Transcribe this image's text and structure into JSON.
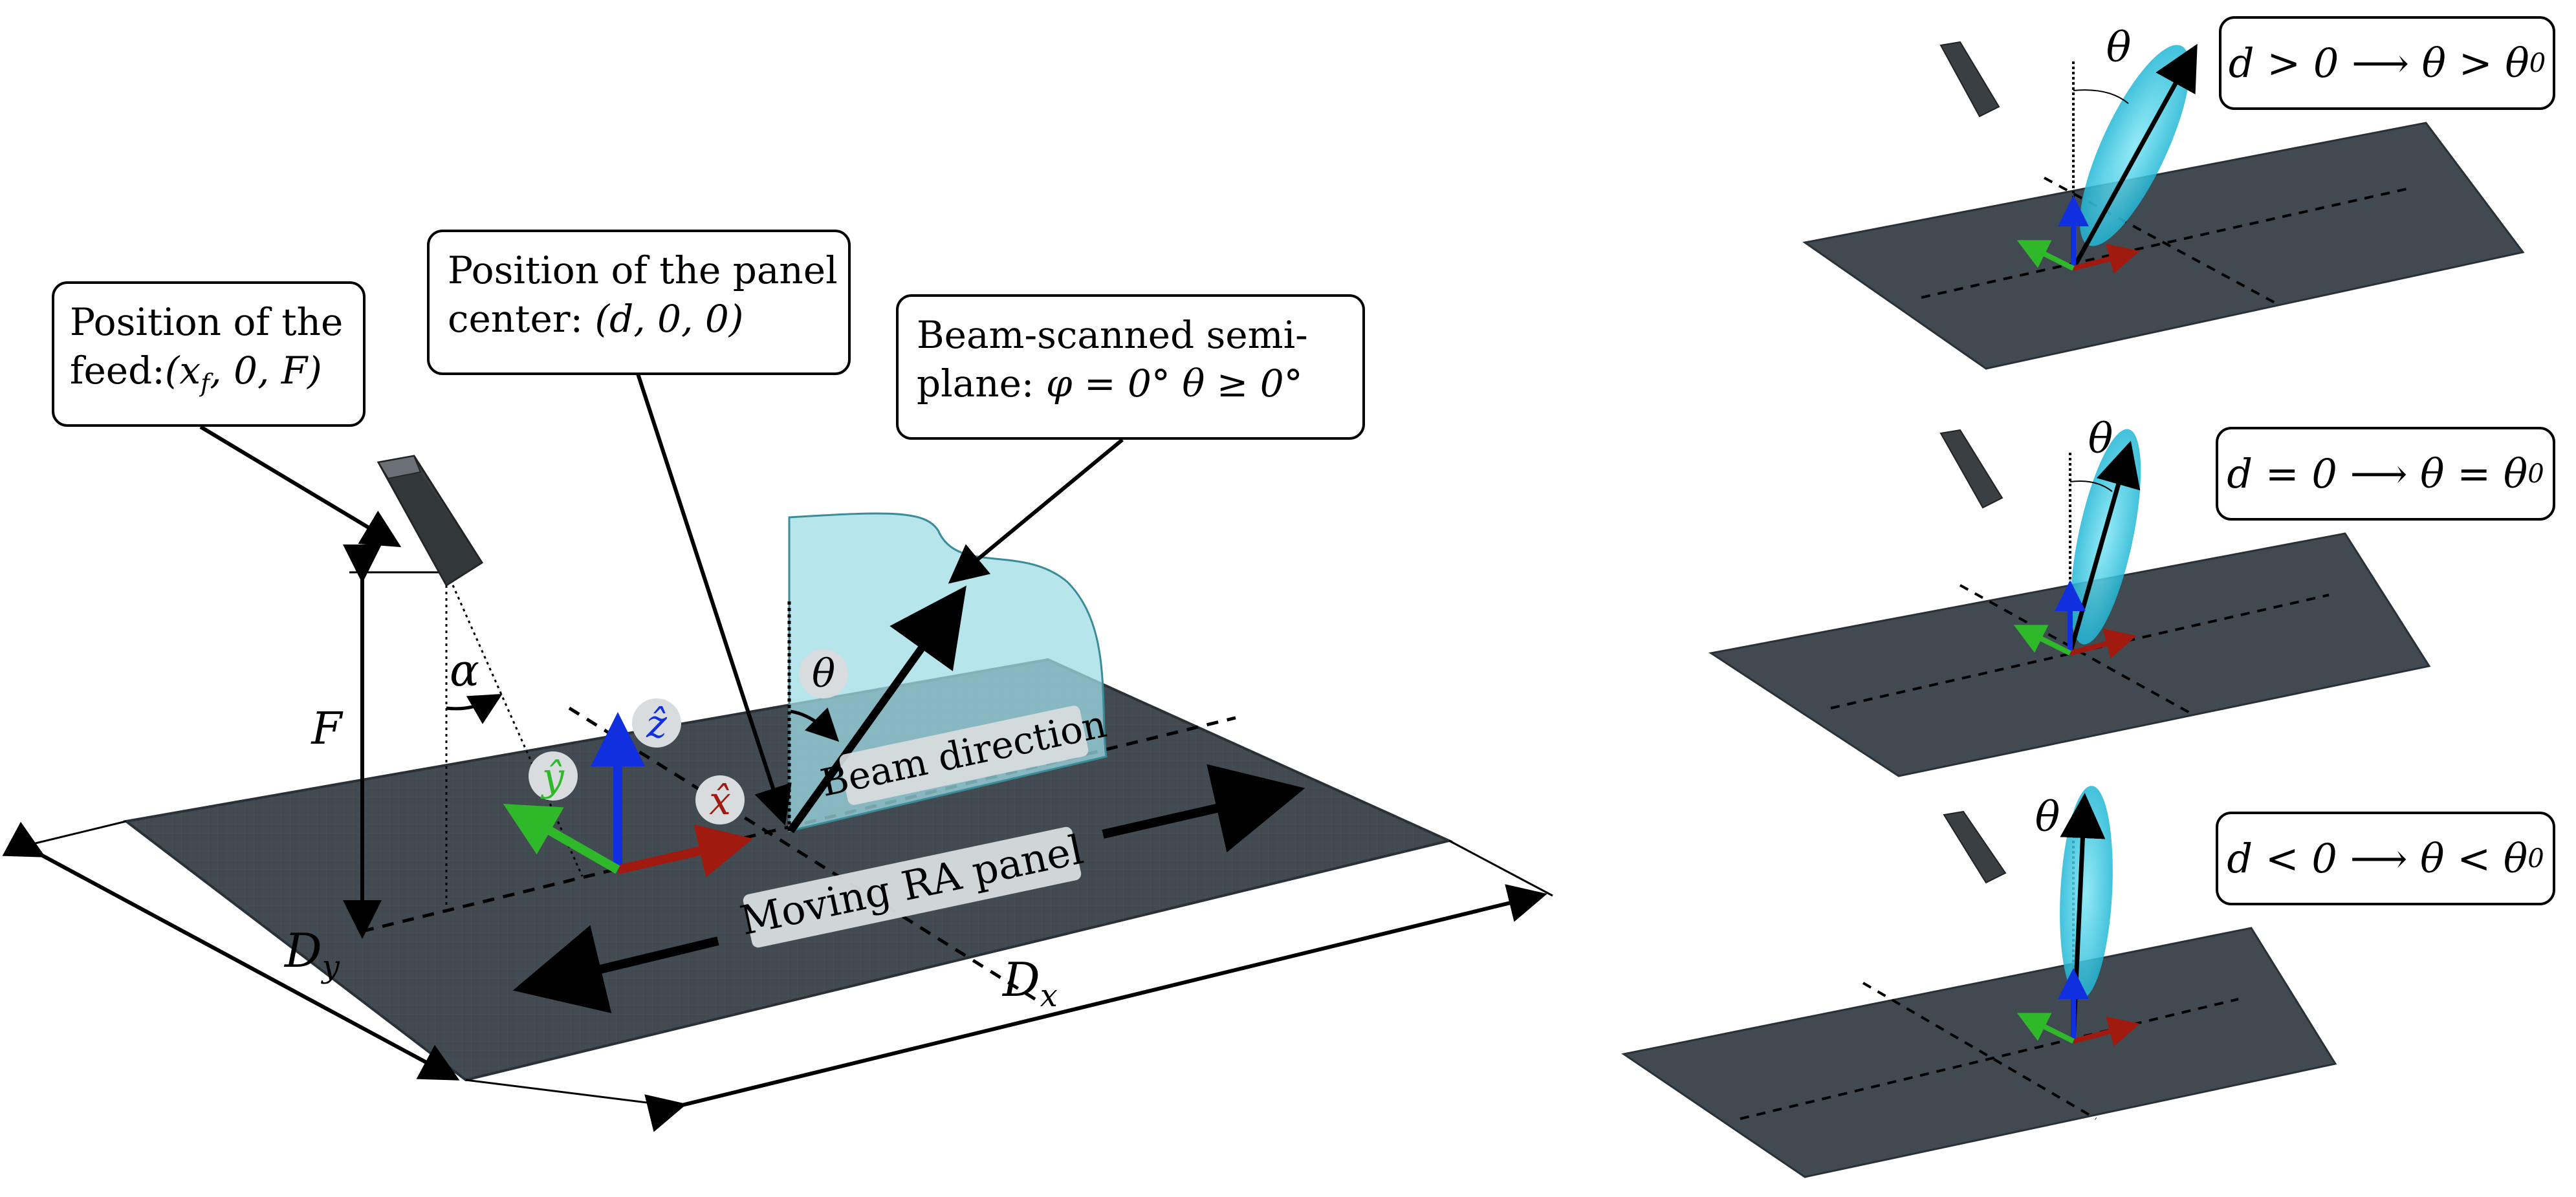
{
  "callouts": {
    "feed": {
      "line1": "Position of the",
      "line2_text": "feed:",
      "line2_math": "(x",
      "line2_sub": "f",
      "line2_rest": ", 0, F)"
    },
    "center": {
      "line1": "Position of the panel",
      "line2_text": "center:",
      "line2_math": "(d, 0, 0)"
    },
    "semiplane": {
      "line1": "Beam-scanned semi-",
      "line2_text": "plane:",
      "line2_math": "φ = 0°    θ ≥ 0°"
    }
  },
  "labels": {
    "beam_direction": "Beam direction",
    "moving_panel": "Moving RA panel",
    "F": "F",
    "alpha": "α",
    "theta": "θ",
    "Dy": "D",
    "Dy_sub": "y",
    "Dx": "D",
    "Dx_sub": "x",
    "x_hat": "x̂",
    "y_hat": "ŷ",
    "z_hat": "ẑ"
  },
  "cases": [
    {
      "theta": "θ",
      "d": "d > 0",
      "rel": "θ > θ",
      "sub": "0"
    },
    {
      "theta": "θ",
      "d": "d = 0",
      "rel": "θ = θ",
      "sub": "0"
    },
    {
      "theta": "θ",
      "d": "d < 0",
      "rel": "θ < θ",
      "sub": "0"
    }
  ],
  "colors": {
    "panel": "#414a50",
    "panel_edge": "#2a3136",
    "beam": "#2fc4e0",
    "semiplane": "#9fdce6",
    "x_axis": "#a01a10",
    "y_axis": "#2fb82a",
    "z_axis": "#1030e0",
    "label_bg": "#d8dcde"
  }
}
